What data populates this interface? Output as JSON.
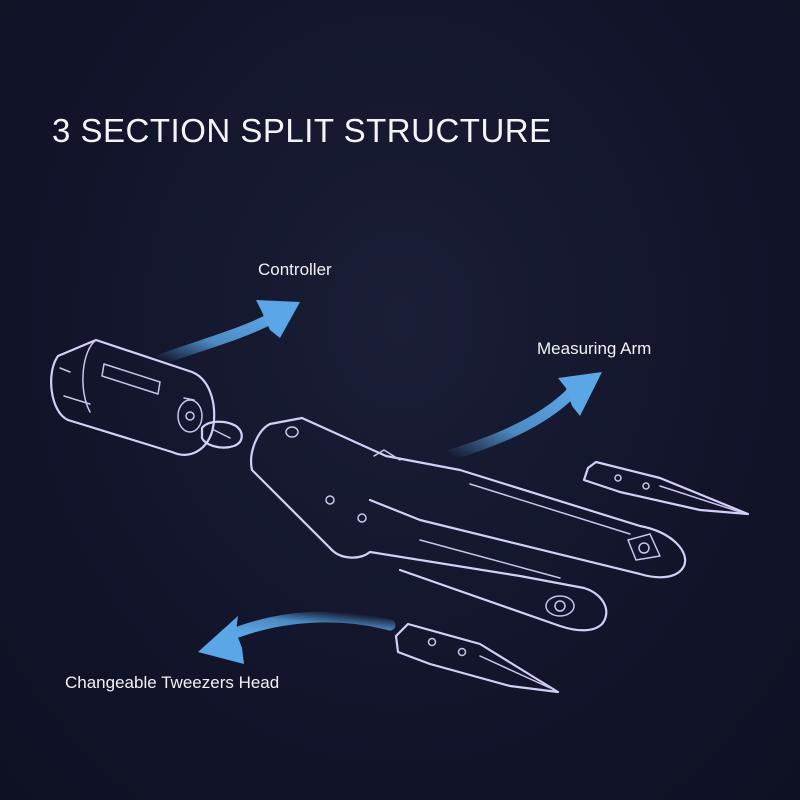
{
  "title": "3 SECTION SPLIT STRUCTURE",
  "labels": {
    "controller": "Controller",
    "measuring_arm": "Measuring Arm",
    "tweezers_head": "Changeable Tweezers Head"
  },
  "colors": {
    "background": "#12152b",
    "sketch_line": "#d2d0f6",
    "arrow": "#5aa6e6",
    "text": "#f2f2f6"
  }
}
